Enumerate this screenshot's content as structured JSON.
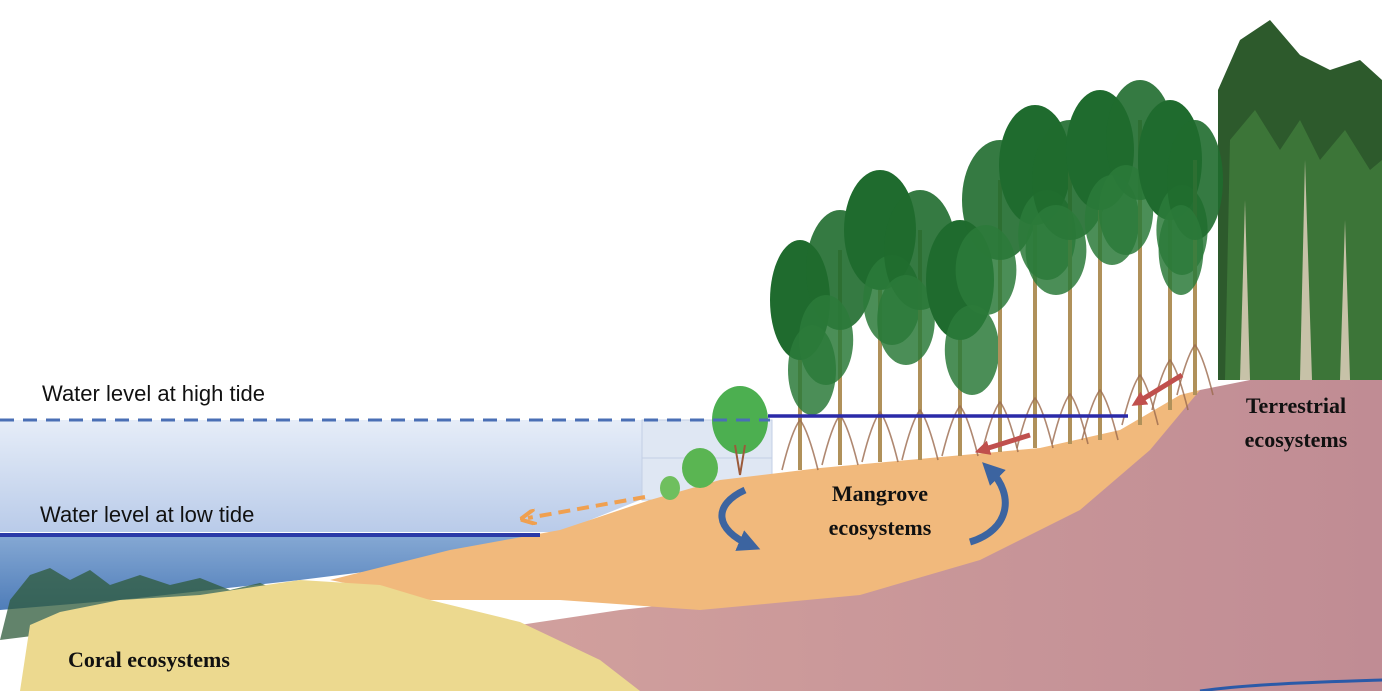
{
  "labels": {
    "high_tide": "Water level at high tide",
    "low_tide": "Water level at low tide",
    "mangrove_line1": "Mangrove",
    "mangrove_line2": "ecosystems",
    "terrestrial_line1": "Terrestrial",
    "terrestrial_line2": "ecosystems",
    "coral": "Coral ecosystems"
  },
  "colors": {
    "sky": "#ffffff",
    "sea_high": "#c8d6ef",
    "sea_low": "#6f96c6",
    "high_tide_line": "#4a6fb5",
    "low_tide_line": "#2b3aa8",
    "sand": "#f1b97c",
    "coral_zone": "#ecd98f",
    "terrestrial_soil": "#c9959a",
    "tree_canopy": "#1f6b2e",
    "tree_trunk": "#b0915a",
    "blue_arrows": "#3c64a0",
    "orange_arrow": "#f0a050",
    "red_arrows": "#c0504d"
  }
}
